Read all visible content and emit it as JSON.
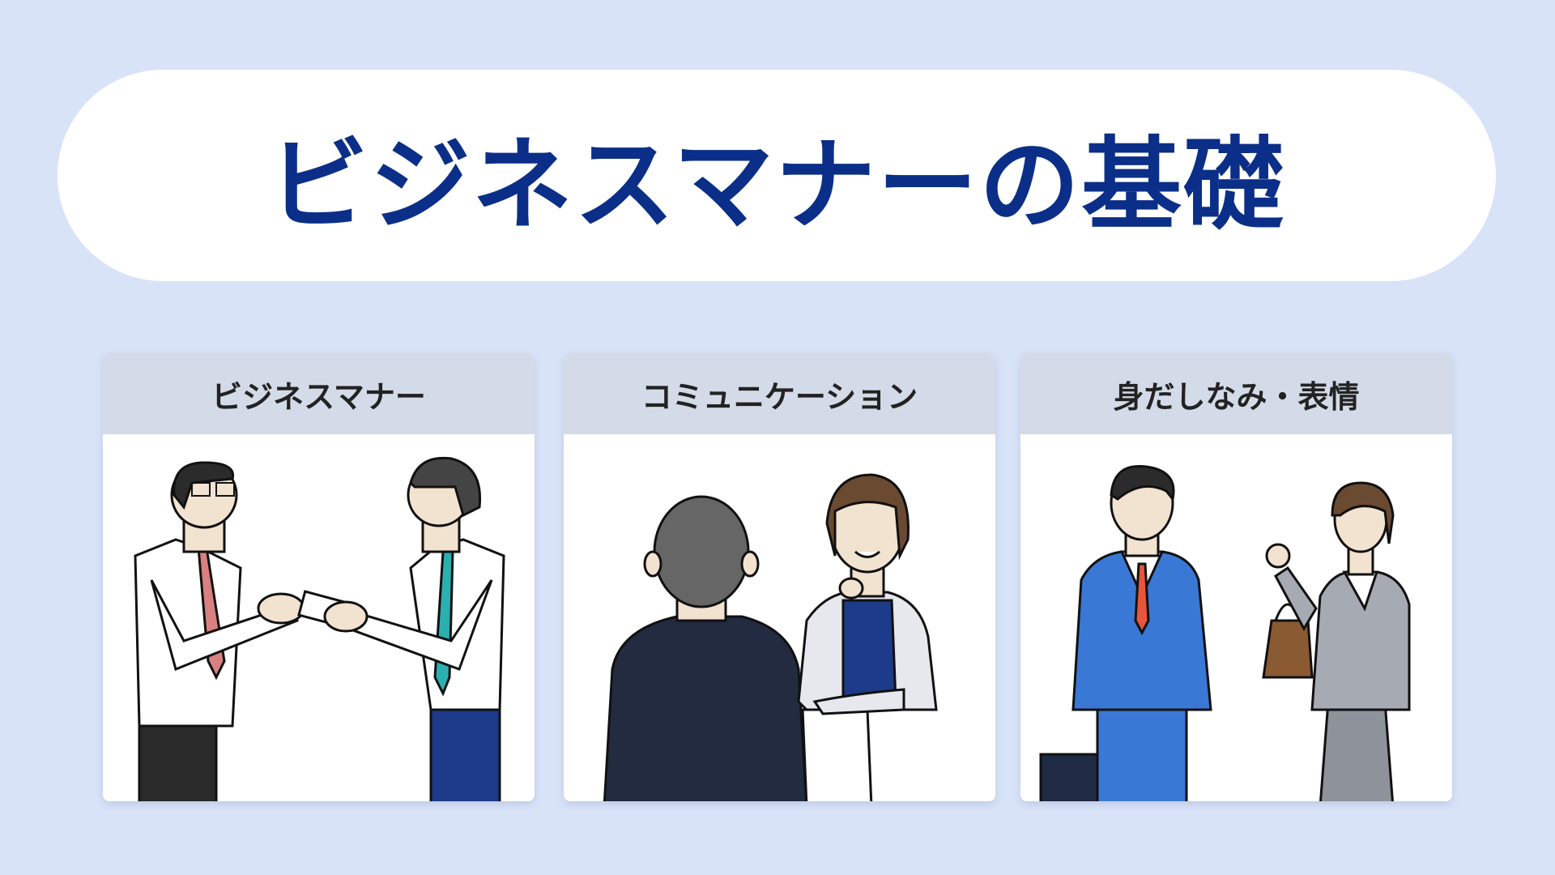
{
  "title": "ビジネスマナーの基礎",
  "cards": [
    {
      "label": "ビジネスマナー",
      "illustration": "business-card-exchange"
    },
    {
      "label": "コミュニケーション",
      "illustration": "conversation"
    },
    {
      "label": "身だしなみ・表情",
      "illustration": "business-attire"
    }
  ],
  "colors": {
    "background": "#d9e3f8",
    "title": "#0b2f88",
    "card_header": "#d4dbe8"
  }
}
